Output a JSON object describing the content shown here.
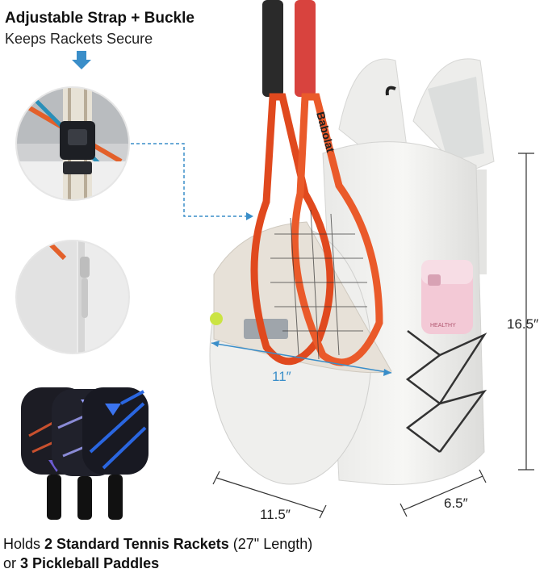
{
  "header": {
    "title": "Adjustable Strap + Buckle",
    "subtitle": "Keeps Rackets Secure"
  },
  "dimensions": {
    "height": "16.5″",
    "width": "11.5″",
    "depth": "6.5″",
    "pocket_width": "11″"
  },
  "caption": {
    "part1": "Holds ",
    "bold1": "2 Standard Tennis Rackets",
    "part2": " (27\" Length)",
    "part3": "or ",
    "bold2": "3 Pickleball Paddles"
  },
  "branding": {
    "racket_text": "Babolat",
    "bottle_text": "HEALTHY"
  },
  "colors": {
    "accent_blue": "#3a8ec9",
    "racket_orange": "#e0491e",
    "bag_white": "#f2f2f0",
    "paddle_dark": "#1c1c24",
    "paddle_blue": "#2a66e0"
  }
}
